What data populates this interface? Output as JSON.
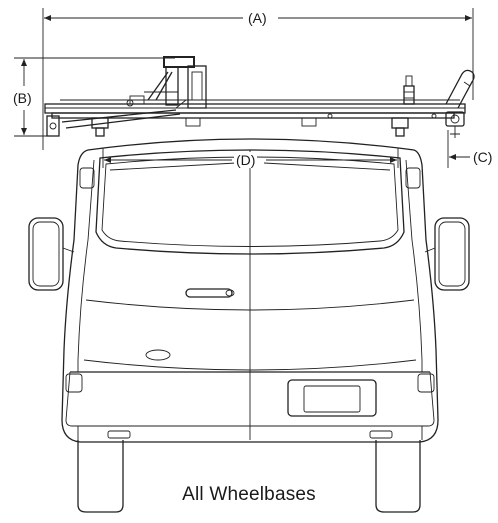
{
  "diagram": {
    "dimensions": {
      "a": "(A)",
      "b": "(B)",
      "c": "(C)",
      "d": "(D)"
    },
    "caption": "All Wheelbases"
  }
}
